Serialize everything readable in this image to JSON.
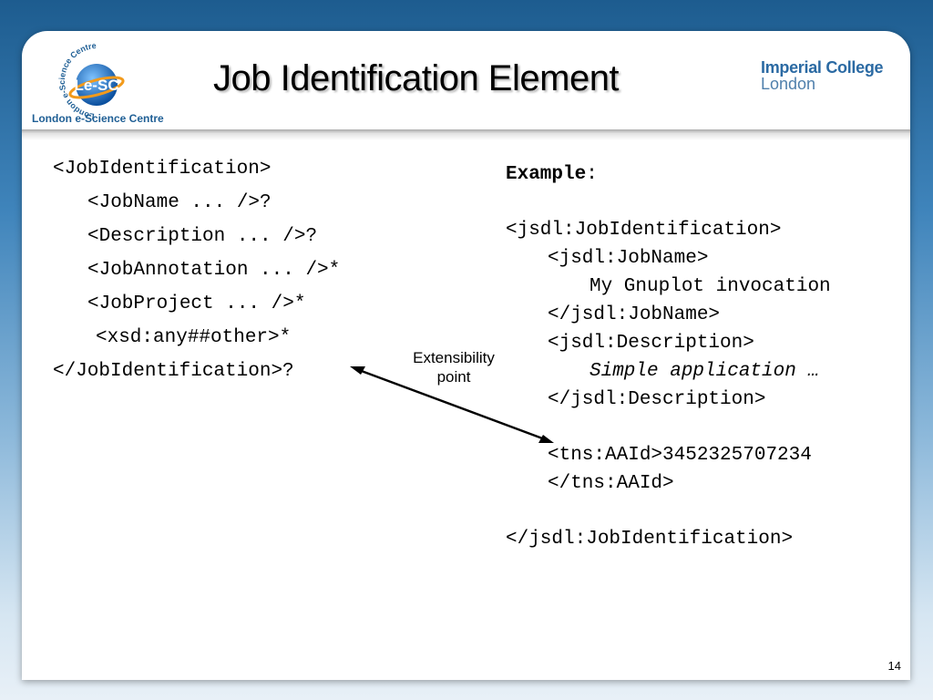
{
  "header": {
    "logo_ring_text": "London e-Science Centre",
    "logo_text": "Le-SC",
    "centre_name": "London e-Science Centre",
    "title": "Job Identification Element",
    "college_line1": "Imperial College",
    "college_line2": "London"
  },
  "left_code": {
    "lines": [
      "<JobIdentification>",
      "<JobName ... />?",
      "<Description ... />?",
      "<JobAnnotation ... />*",
      "<JobProject ... />*",
      "<xsd:any##other>*",
      "</JobIdentification>?"
    ]
  },
  "callout": {
    "line1": "Extensibility",
    "line2": "point"
  },
  "example": {
    "label": "Example",
    "colon": ":",
    "lines": [
      "<jsdl:JobIdentification>",
      "<jsdl:JobName>",
      "My Gnuplot invocation",
      "</jsdl:JobName>",
      "<jsdl:Description>",
      "Simple application …",
      "</jsdl:Description>",
      "<tns:AAId>3452325707234",
      "</tns:AAId>",
      "</jsdl:JobIdentification>"
    ]
  },
  "footer": {
    "page_number": "14"
  },
  "colors": {
    "brand_blue": "#1f5f95",
    "college_blue": "#2b6aa3"
  }
}
